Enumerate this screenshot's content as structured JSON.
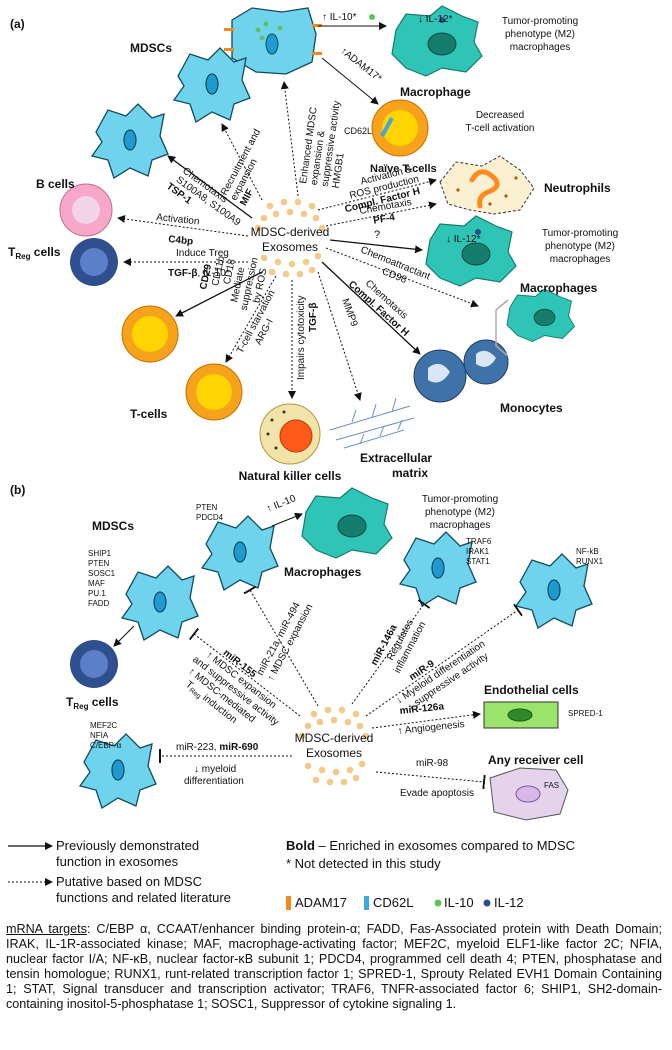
{
  "panel_a": {
    "label": "(a)",
    "center": [
      "MDSC-derived",
      "Exosomes"
    ],
    "cells": {
      "mdscs": "MDSCs",
      "macrophage_top": "Macrophage",
      "m2_top": [
        "Tumor-promoting",
        "phenotype (M2)",
        "macrophages"
      ],
      "naive_t": "Naïve T-cells",
      "decreased": [
        "Decreased",
        "T-cell activation"
      ],
      "neutrophils": "Neutrophils",
      "b_cells": "B cells",
      "treg": "T",
      "treg_sub": "Reg",
      "treg_suffix": " cells",
      "m2_mid": [
        "Tumor-promoting",
        "phenotype (M2)",
        "macrophages"
      ],
      "macrophages_mid": "Macrophages",
      "t_cells": "T-cells",
      "monocytes": "Monocytes",
      "ecm": [
        "Extracellular",
        "matrix"
      ],
      "nk": "Natural killer cells",
      "cd62l": "CD62L"
    },
    "arrows": {
      "il10": "↑ IL-10*",
      "adam17": "↑ADAM17*",
      "il12": "↓ IL-12*",
      "enhanced": [
        "Enhanced MDSC",
        "expansion &",
        "suppressive activity",
        "HMGB1"
      ],
      "recruit": [
        "Recruitment and",
        "expansion",
        "MIF"
      ],
      "chemo1": [
        "Chemotaxis",
        "S100A8, S100A9",
        "TSP-1"
      ],
      "activation": [
        "Activation &",
        "ROS production",
        "Compl. Factor H"
      ],
      "chemo_pf4": [
        "Chemotaxis",
        "PF-4"
      ],
      "act_c4bp": [
        "Activation",
        "C4bp"
      ],
      "induce": [
        "Induce Treg",
        "TGF-β",
        ", IL-10*"
      ],
      "question": "?",
      "il12_mid": "↓ IL-12*",
      "chemoattr": [
        "Chemoattractant",
        "CD98"
      ],
      "cd29": [
        "CD29",
        "CD11b",
        "CD18",
        "Mediate",
        "suppression",
        "by ROS"
      ],
      "tstarv": [
        "T-cell starvation",
        "ARG-I"
      ],
      "impairs": [
        "Impairs cytotoxicity",
        "TGF-β"
      ],
      "mmp9": "MMP9",
      "chemo_cfh": [
        "Chemotaxis",
        "Compl. Factor H"
      ]
    }
  },
  "panel_b": {
    "label": "(b)",
    "center": [
      "MDSC-derived",
      "Exosomes"
    ],
    "cells": {
      "mdscs": "MDSCs",
      "macrophages": "Macrophages",
      "m2": [
        "Tumor-promoting",
        "phenotype (M2)",
        "macrophages"
      ],
      "treg": "T",
      "treg_sub": "Reg",
      "treg_suffix": " cells",
      "endo": "Endothelial cells",
      "any": "Any receiver cell"
    },
    "targets": {
      "pten_pdcd4": [
        "PTEN",
        "PDCD4"
      ],
      "mdsc_list": [
        "SHIP1",
        "PTEN",
        "SOSC1",
        "MAF",
        "PU.1",
        "FADD"
      ],
      "traf": [
        "TRAF6",
        "IRAK1",
        "STAT1"
      ],
      "nfkb": [
        "NF-kB",
        "RUNX1"
      ],
      "mef": [
        "MEF2C",
        "NFIA",
        "C/EBP-α"
      ],
      "spred": "SPRED-1",
      "fas": "FAS"
    },
    "arrows": {
      "il10": "↑ IL-10",
      "mir21": [
        "miR-21a, miR-494",
        "↑ MDSC expansion"
      ],
      "mir155": [
        "miR-155",
        "↑ MDSC expansion",
        "and suppressive activity",
        "↑ MDSC-mediated",
        "T",
        "Reg",
        " induction"
      ],
      "mir146": [
        "miR-146a",
        "Regulates",
        "inflammation"
      ],
      "mir9": [
        "miR-9",
        "↓ Myeloid differentiation",
        "↓ suppressive activity"
      ],
      "mir126": [
        "miR-126a",
        "↑ Angiogenesis"
      ],
      "mir223": [
        "miR-223, ",
        "miR-690",
        "↓ myeloid",
        "differentiation"
      ],
      "mir98": [
        "miR-98",
        "Evade apoptosis"
      ]
    }
  },
  "legend": {
    "solid": [
      "Previously demonstrated",
      "function in exosomes"
    ],
    "dotted": [
      "Putative based on MDSC",
      "functions and related literature"
    ],
    "bold_key": "Bold",
    "bold_desc": " – Enriched in exosomes compared to MDSC",
    "star": "* Not detected in this study",
    "items": [
      {
        "label": "ADAM17",
        "color": "#f08a1c",
        "shape": "bar"
      },
      {
        "label": "CD62L",
        "color": "#3fa8e0",
        "shape": "bar"
      },
      {
        "label": "IL-10",
        "color": "#5cc35a",
        "shape": "dot"
      },
      {
        "label": "IL-12",
        "color": "#2b4f8a",
        "shape": "dot"
      }
    ]
  },
  "caption": {
    "heading": "mRNA targets",
    "body": ": C/EBP α, CCAAT/enhancer binding protein-α; FADD, Fas-Associated protein with Death Domain; IRAK, IL-1R-associated kinase; MAF, macrophage-activating factor; MEF2C, myeloid ELF1-like factor 2C; NFIA, nuclear factor I/A; NF-κB, nuclear factor-κB subunit 1; PDCD4, programmed cell death 4; PTEN, phosphatase and tensin homologue; RUNX1, runt-related transcription factor 1; SPRED-1, Sprouty Related EVH1 Domain Containing 1; STAT, Signal transducer and transcription activator; TRAF6, TNFR-associated factor 6; SHIP1, SH2-domain-containing inositol-5-phosphatase 1; SOSC1, Suppressor of cytokine signaling 1."
  },
  "colors": {
    "mdsc_fill": "#6fd3ee",
    "mdsc_stroke": "#0f4c5c",
    "macro_fill": "#2ec4b6",
    "macro_dark": "#167c6d",
    "tcell_outer": "#f7a21b",
    "tcell_inner": "#ffd400",
    "bcell_outer": "#f7a8c8",
    "treg_outer": "#2f4f8f",
    "mono": "#3f72a8",
    "exosome": "#f5c98a",
    "endo_fill": "#9be36a",
    "any_fill": "#e5d3ee"
  }
}
